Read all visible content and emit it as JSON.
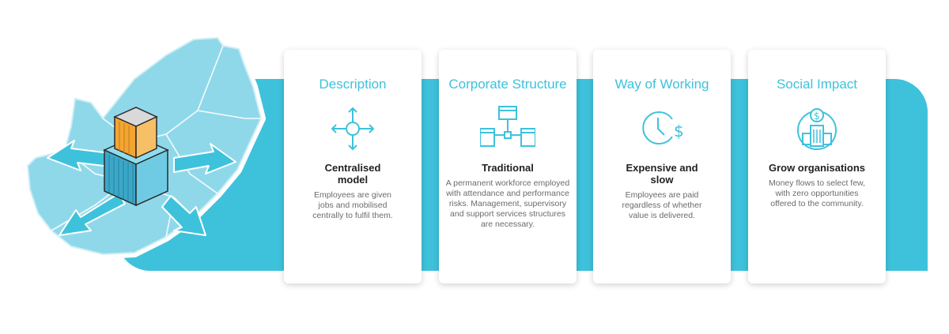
{
  "colors": {
    "accent": "#3ec2dc",
    "map_fill": "#8fd8ea",
    "tower_blue": "#3ba8c9",
    "tower_orange": "#f3a534"
  },
  "cards": [
    {
      "title": "Description",
      "icon": "move-arrows-icon",
      "subtitle": "Centralised model",
      "body": "Employees are given jobs and mobilised centrally to fulfil them."
    },
    {
      "title": "Corporate Structure",
      "icon": "org-structure-icon",
      "subtitle": "Traditional",
      "body": "A permanent workforce employed with attendance and performance risks. Management, supervisory and support services structures are necessary."
    },
    {
      "title": "Way of Working",
      "icon": "clock-dollar-icon",
      "subtitle": "Expensive and slow",
      "body": "Employees are paid regardless of whether value is delivered."
    },
    {
      "title": "Social Impact",
      "icon": "dollar-building-icon",
      "subtitle": "Grow organisations",
      "body": "Money flows to select few, with zero opportunities offered to the community."
    }
  ]
}
